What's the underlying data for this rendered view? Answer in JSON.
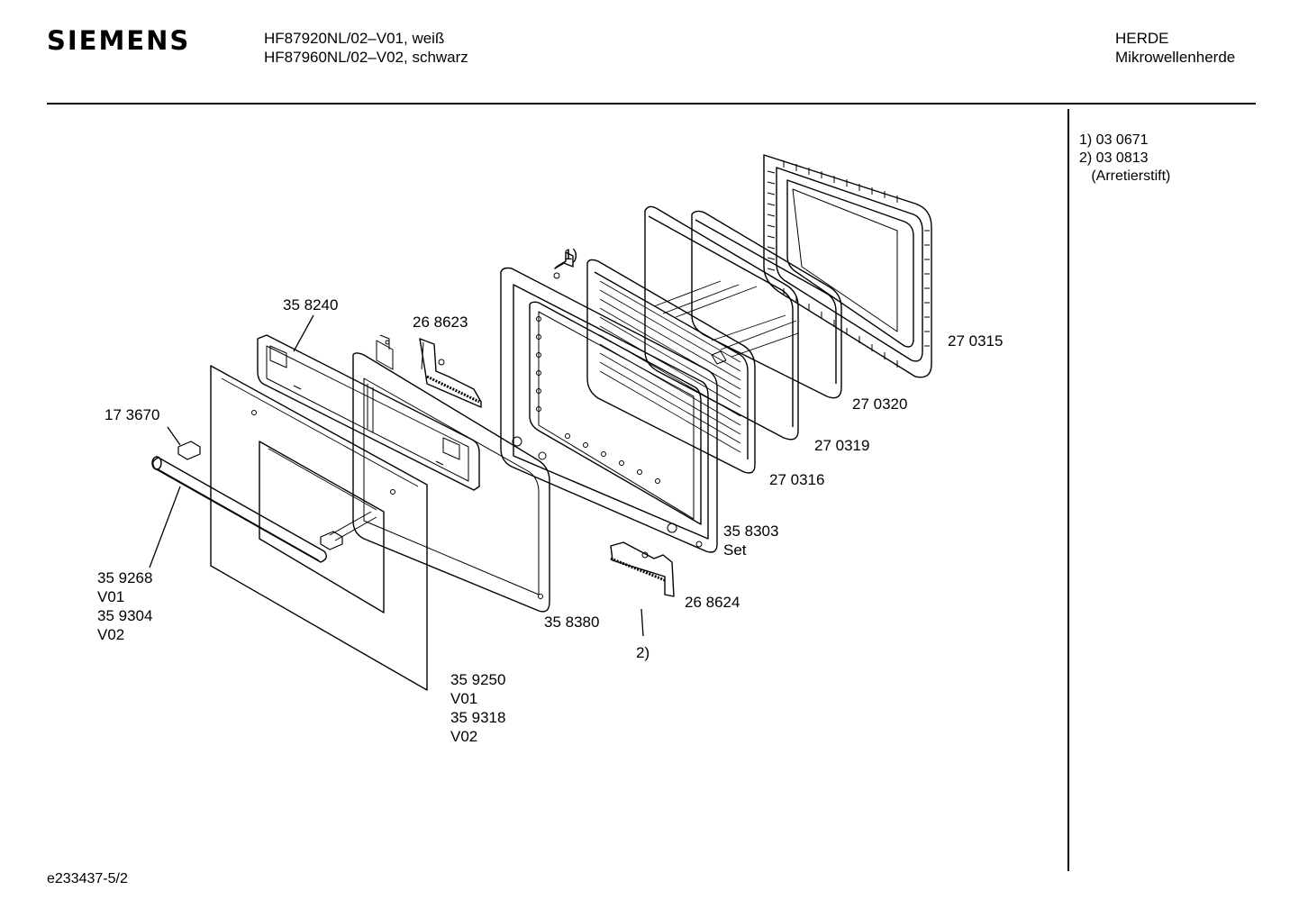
{
  "header": {
    "brand": "SIEMENS",
    "model_line_1": "HF87920NL/02–V01, weiß",
    "model_line_2": "HF87960NL/02–V02, schwarz",
    "category_line_1": "HERDE",
    "category_line_2": "Mikrowellenherde"
  },
  "notes": [
    "1) 03 0671",
    "2) 03 0813",
    "   (Arretierstift)"
  ],
  "footer": {
    "drawing_id": "e233437-5/2"
  },
  "parts": {
    "p270315": "27 0315",
    "p270320": "27 0320",
    "p270319": "27 0319",
    "p270316": "27 0316",
    "p358303": "35 8303",
    "p358303_set": "Set",
    "p268624": "26 8624",
    "p358380": "35 8380",
    "p359250": "35 9250",
    "p359250_v01": "V01",
    "p359318": "35 9318",
    "p359318_v02": "V02",
    "p359268": "35 9268",
    "p359268_v01": "V01",
    "p359304": "35 9304",
    "p359304_v02": "V02",
    "p173670": "17 3670",
    "p358240": "35 8240",
    "p268623": "26 8623",
    "ref1": "1)",
    "ref2": "2)"
  }
}
